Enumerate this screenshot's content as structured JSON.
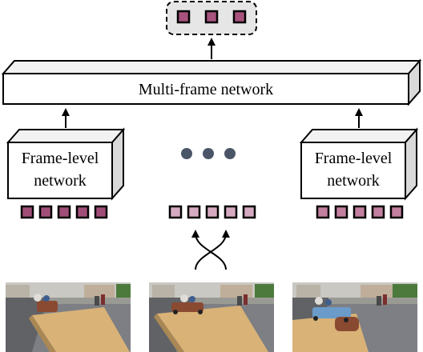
{
  "multi_frame": {
    "label": "Multi-frame network"
  },
  "frame_left": {
    "line1": "Frame-level",
    "line2": "network"
  },
  "frame_right": {
    "line1": "Frame-level",
    "line2": "network"
  },
  "colors": {
    "output_feature": "#a7537d",
    "frame_feature": "#a04e78",
    "mid_feature": "#d5aac0",
    "right_feature": "#c27f9e",
    "ellipsis_dot": "#4a5568",
    "output_box_fill": "#e6e6e6",
    "box_side": "#d9d9d9"
  },
  "images": [
    {
      "name": "frame-image-1",
      "subject": "soapbox kart on wooden ramp, street race"
    },
    {
      "name": "frame-image-2",
      "subject": "soapbox kart on wooden ramp, street race"
    },
    {
      "name": "frame-image-3",
      "subject": "soapbox kart on wooden ramp, street race"
    }
  ]
}
